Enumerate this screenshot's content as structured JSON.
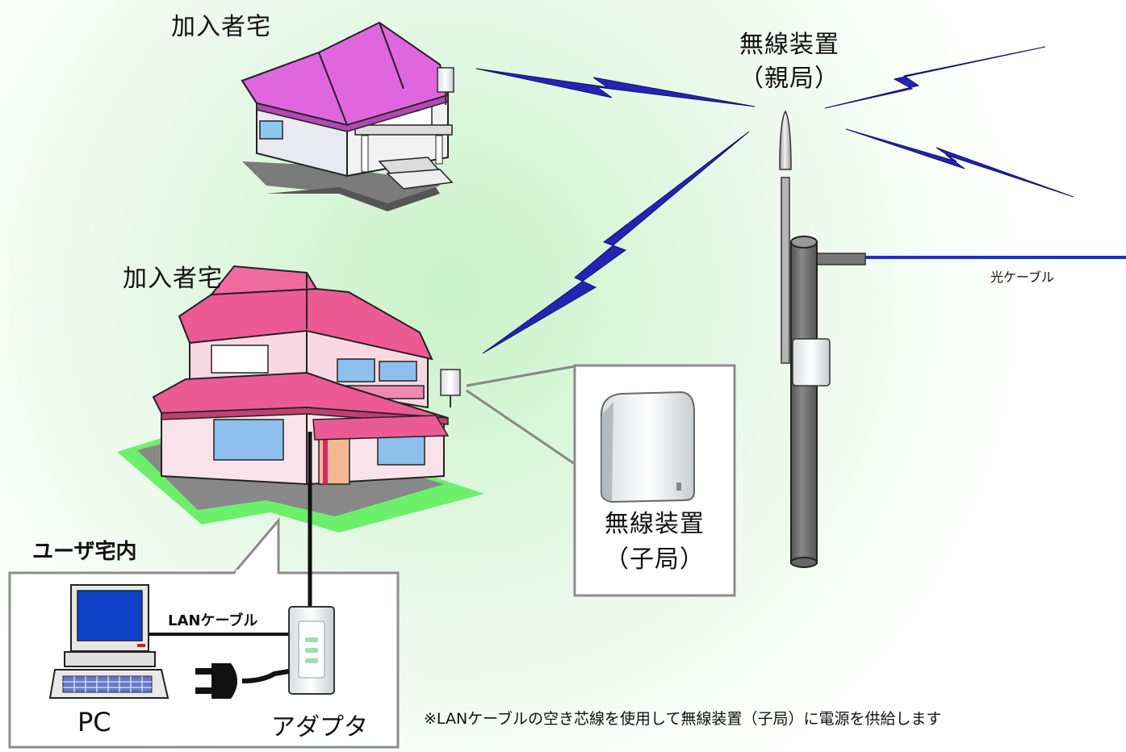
{
  "labels": {
    "subscriber_home_top": "加入者宅",
    "subscriber_home_left": "加入者宅",
    "base_station_line1": "無線装置",
    "base_station_line2": "（親局）",
    "optical_cable": "光ケーブル",
    "sub_station_line1": "無線装置",
    "sub_station_line2": "（子局）",
    "user_premises": "ユーザ宅内",
    "lan_cable": "LANケーブル",
    "pc": "PC",
    "adapter": "アダプタ",
    "footnote": "※LANケーブルの空き芯線を使用して無線装置（子局）に電源を供給します"
  },
  "colors": {
    "radio_bolt": "#2424b4",
    "optical_cable": "#1a2fd0",
    "roof_top_house": "#e066e0",
    "roof_left_house": "#ec5a94",
    "glow": "#c8f0c8"
  }
}
